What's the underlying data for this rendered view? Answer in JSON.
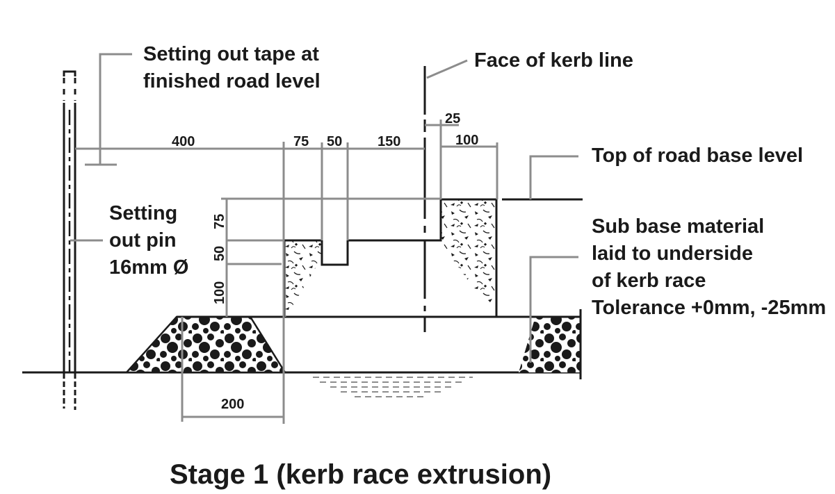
{
  "diagram": {
    "title": "Stage 1 (kerb race extrusion)",
    "callouts": {
      "setting_out_tape": [
        "Setting out tape at",
        "finished road level"
      ],
      "face_of_kerb_line": "Face of kerb line",
      "top_of_road_base": "Top of road base level",
      "setting_out_pin": [
        "Setting",
        "out pin",
        "16mm Ø"
      ],
      "sub_base": [
        "Sub base material",
        "laid to underside",
        "of kerb race",
        "Tolerance +0mm, -25mm"
      ]
    },
    "horizontal_dimensions": {
      "d400": "400",
      "d75": "75",
      "d50": "50",
      "d150": "150",
      "d25": "25",
      "d100": "100",
      "d200": "200"
    },
    "vertical_dimensions": {
      "v75": "75",
      "v50": "50",
      "v100": "100"
    },
    "units": "mm",
    "colors": {
      "ink": "#1a1a1a",
      "dimension_line": "#8c8c8c",
      "background": "#ffffff"
    }
  }
}
